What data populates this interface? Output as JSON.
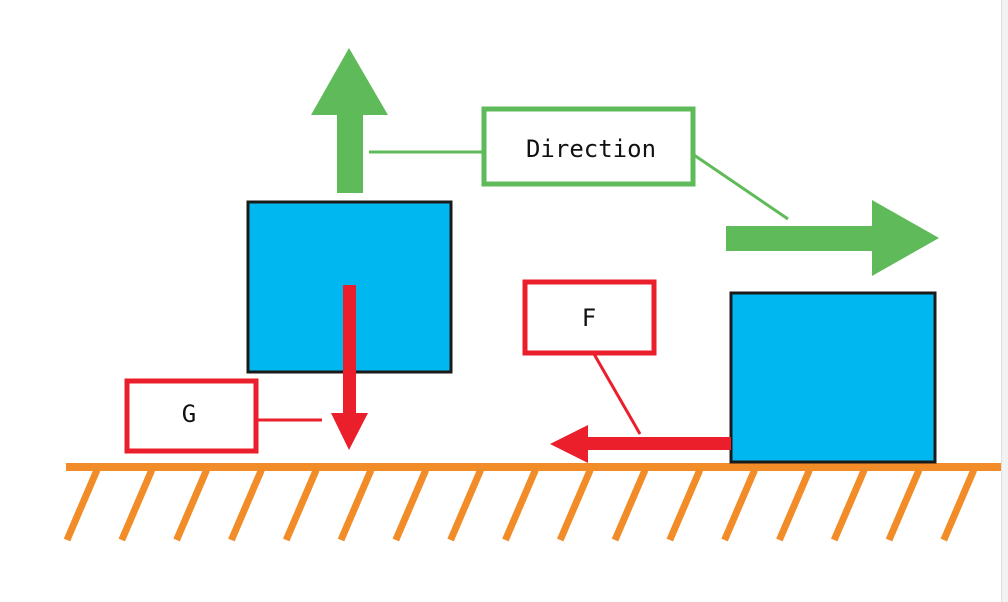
{
  "labels": {
    "direction": "Direction",
    "friction": "F",
    "gravity": "G"
  },
  "colors": {
    "direction_green": "#5fba5a",
    "force_red": "#ea1f2b",
    "block_blue": "#00b8ef",
    "block_border": "#1a1a1a",
    "ground_orange": "#f28c28"
  },
  "icons": {
    "direction_up": "arrow-up-icon",
    "direction_right": "arrow-right-icon",
    "gravity_force": "arrow-down-icon",
    "friction_force": "arrow-left-icon"
  }
}
